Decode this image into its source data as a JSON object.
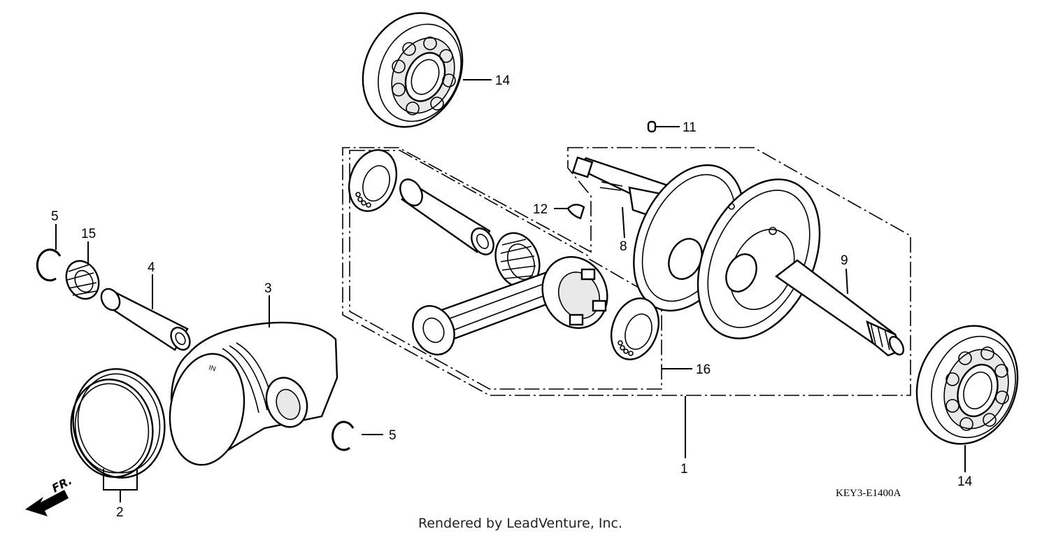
{
  "diagram": {
    "callouts": [
      {
        "id": "1",
        "label": "1"
      },
      {
        "id": "2",
        "label": "2"
      },
      {
        "id": "3",
        "label": "3"
      },
      {
        "id": "4",
        "label": "4"
      },
      {
        "id": "5a",
        "label": "5"
      },
      {
        "id": "5b",
        "label": "5"
      },
      {
        "id": "8",
        "label": "8"
      },
      {
        "id": "9",
        "label": "9"
      },
      {
        "id": "11",
        "label": "11"
      },
      {
        "id": "12",
        "label": "12"
      },
      {
        "id": "14a",
        "label": "14"
      },
      {
        "id": "14b",
        "label": "14"
      },
      {
        "id": "15",
        "label": "15"
      },
      {
        "id": "16",
        "label": "16"
      }
    ],
    "piston_marking": "IN",
    "direction_label": "FR.",
    "drawing_code": "KEY3-E1400A",
    "credit": "Rendered by LeadVenture, Inc."
  }
}
